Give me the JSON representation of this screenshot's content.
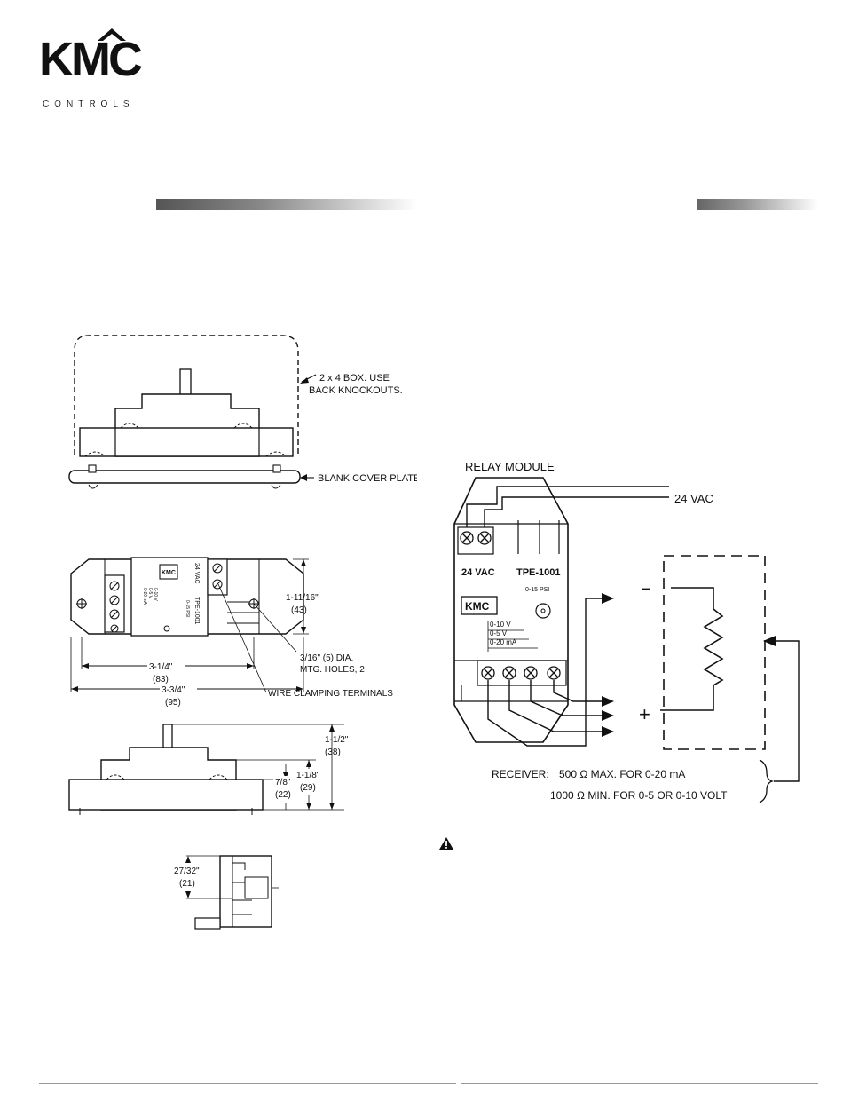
{
  "header": {
    "logo_text": "KMC",
    "logo_subtext": "CONTROLS"
  },
  "top_diagram": {
    "box_note_line1": "2 x 4 BOX. USE",
    "box_note_line2": "BACK KNOCKOUTS.",
    "cover_note": "BLANK COVER PLATE"
  },
  "plan_diagram": {
    "brand_label": "KMC",
    "supply_label": "24 VAC",
    "model_label": "TPE-1001",
    "range_label": "0-15 PSI",
    "out_10v": "0-10 V",
    "out_5v": "0-5 V",
    "out_20ma": "0-20 mA",
    "dim_height": "1-11/16\"",
    "dim_height_mm": "(43)",
    "dim_holes": "3-1/4\"",
    "dim_holes_mm": "(83)",
    "dim_width": "3-3/4\"",
    "dim_width_mm": "(95)",
    "hole_note_line1": "3/16\" (5) DIA.",
    "hole_note_line2": "MTG. HOLES, 2",
    "terminal_note": "WIRE CLAMPING TERMINALS"
  },
  "side_diagram": {
    "dim_total": "1-1/2\"",
    "dim_total_mm": "(38)",
    "dim_body": "1-1/8\"",
    "dim_body_mm": "(29)",
    "dim_base": "7/8\"",
    "dim_base_mm": "(22)"
  },
  "end_diagram": {
    "dim_depth": "27/32\"",
    "dim_depth_mm": "(21)"
  },
  "wiring_diagram": {
    "title": "RELAY MODULE",
    "supply": "24 VAC",
    "module_supply": "24 VAC",
    "module_model": "TPE-1001",
    "module_range": "0-15 PSI",
    "module_brand": "KMC",
    "out_10v": "0-10 V",
    "out_5v": "0-5 V",
    "out_20ma": "0-20 mA",
    "minus": "−",
    "plus": "+",
    "receiver_label": "RECEIVER:",
    "receiver_line1": "500 Ω MAX. FOR 0-20 mA",
    "receiver_line2": "1000 Ω MIN. FOR 0-5 OR 0-10 VOLT"
  },
  "colors": {
    "ink": "#111111",
    "bar_dark": "#3a3a3a"
  }
}
